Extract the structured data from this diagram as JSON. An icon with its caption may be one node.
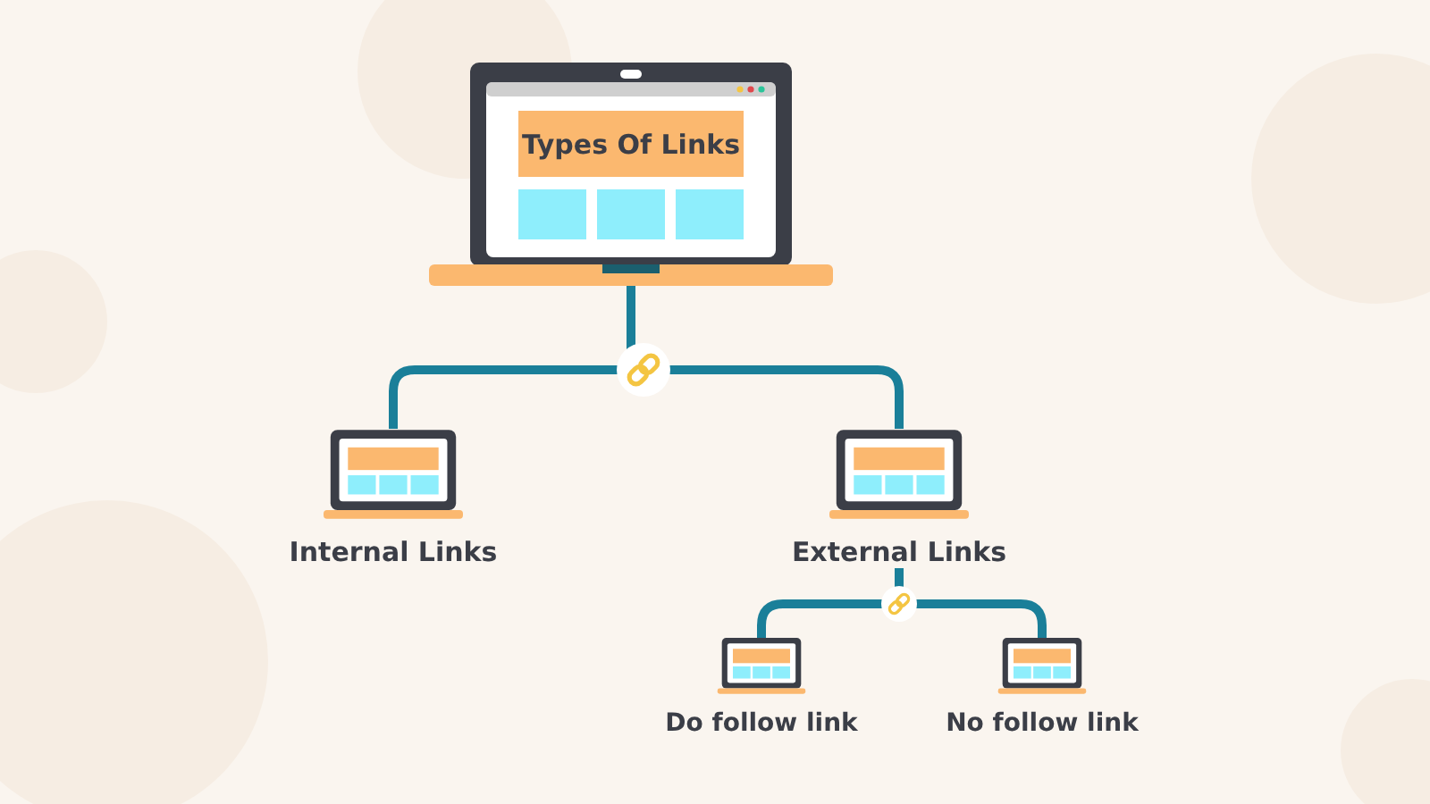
{
  "diagram": {
    "nodes": [
      {
        "text": [
          "Types Of Links"
        ]
      },
      {
        "text": [
          "Internal Links"
        ]
      },
      {
        "text": [
          "External Links"
        ]
      },
      {
        "text": [
          "Do follow link"
        ]
      },
      {
        "text": [
          "No follow link"
        ]
      }
    ],
    "edges": [
      {
        "from": 0,
        "to": 1,
        "arrow": "none"
      },
      {
        "from": 0,
        "to": 2,
        "arrow": "none"
      },
      {
        "from": 2,
        "to": 3,
        "arrow": "none"
      },
      {
        "from": 2,
        "to": 4,
        "arrow": "none"
      }
    ]
  }
}
